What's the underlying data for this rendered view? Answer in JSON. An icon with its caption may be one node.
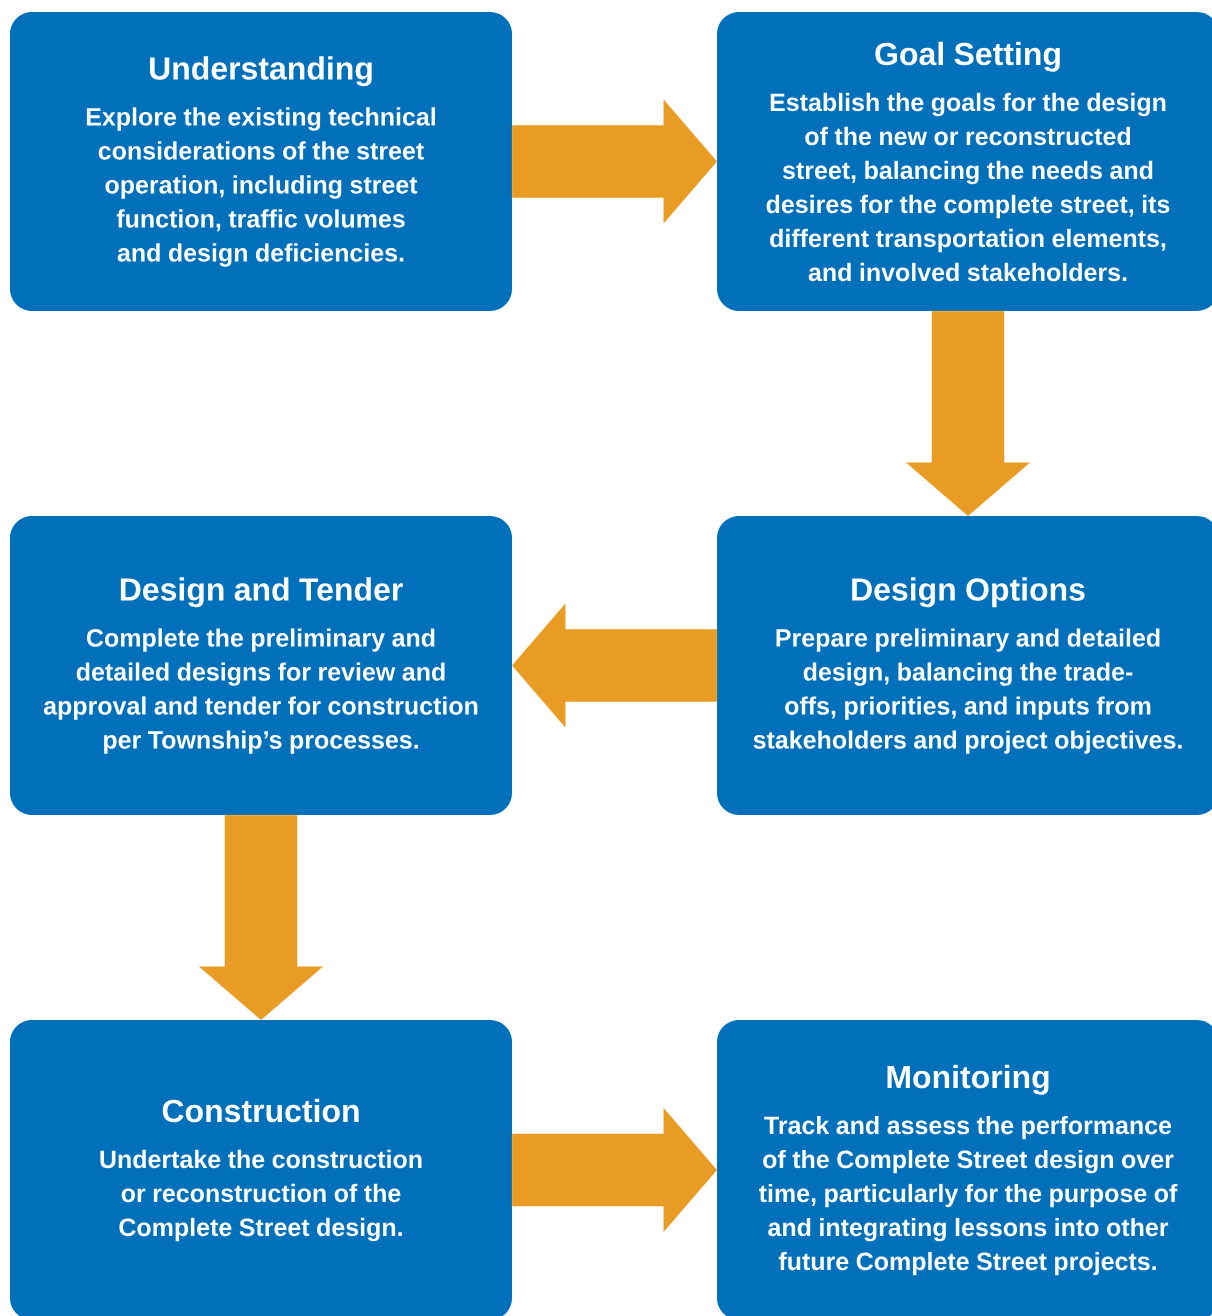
{
  "diagram": {
    "nodes": [
      {
        "text": [
          "Understanding",
          "Explore the existing technical considerations of the street operation, including street function, traffic volumes and design deficiencies."
        ]
      },
      {
        "text": [
          "Goal Setting",
          "Establish the goals for the design of the new or reconstructed street, balancing the needs and desires for the complete street, its different transportation elements, and involved stakeholders."
        ]
      },
      {
        "text": [
          "Design and Tender",
          "Complete the preliminary and detailed designs for review and approval and tender for construction per Township’s processes."
        ]
      },
      {
        "text": [
          "Design Options",
          "Prepare preliminary and detailed design, balancing the trade-offs, priorities, and inputs from stakeholders and project objectives."
        ]
      },
      {
        "text": [
          "Construction",
          "Undertake the construction or reconstruction of the Complete Street design."
        ]
      },
      {
        "text": [
          "Monitoring",
          "Track and assess the performance of the Complete Street design over time, particularly for the purpose of and integrating lessons into other future Complete Street projects."
        ]
      }
    ],
    "edges": [
      {
        "from": 0,
        "to": 1,
        "arrow": "to"
      },
      {
        "from": 1,
        "to": 3,
        "arrow": "to"
      },
      {
        "from": 3,
        "to": 2,
        "arrow": "to"
      },
      {
        "from": 2,
        "to": 4,
        "arrow": "to"
      },
      {
        "from": 4,
        "to": 5,
        "arrow": "to"
      }
    ]
  }
}
